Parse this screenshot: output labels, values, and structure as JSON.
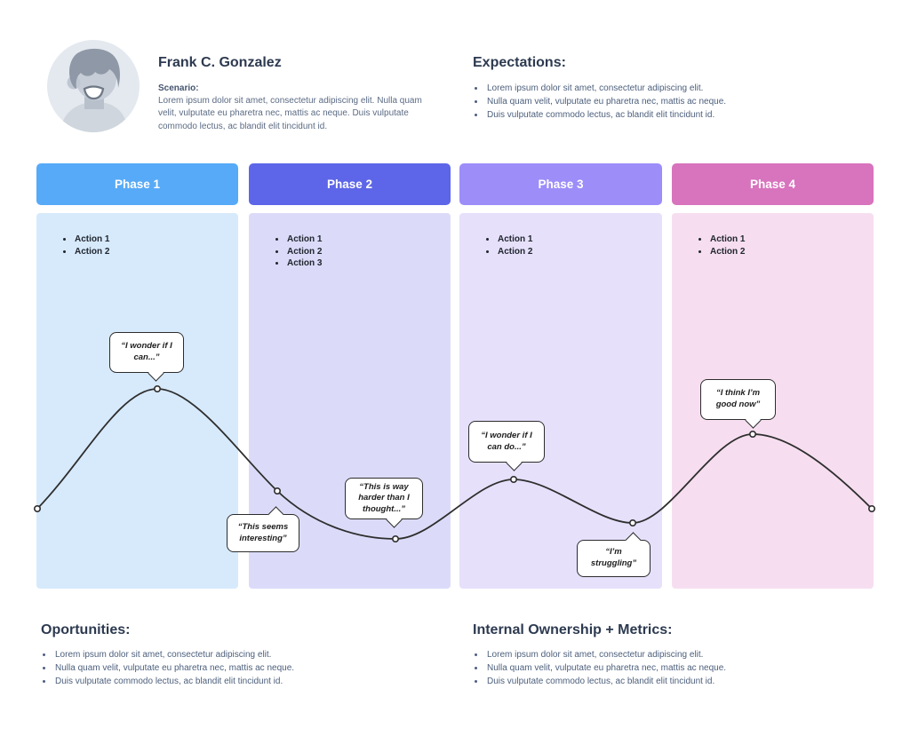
{
  "persona": {
    "name": "Frank C. Gonzalez",
    "avatar_icon": "person-avatar",
    "scenario_label": "Scenario:",
    "scenario_text": "Lorem ipsum dolor sit amet, consectetur adipiscing elit. Nulla quam velit, vulputate eu pharetra nec, mattis ac neque. Duis vulputate commodo lectus, ac blandit elit tincidunt id."
  },
  "expectations": {
    "heading": "Expectations:",
    "items": [
      "Lorem ipsum dolor sit amet, consectetur adipiscing elit.",
      "Nulla quam velit, vulputate eu pharetra nec, mattis ac neque.",
      "Duis vulputate commodo lectus, ac blandit elit tincidunt id."
    ]
  },
  "phases": [
    {
      "label": "Phase 1",
      "header_color": "#57aaf7",
      "body_color": "#d7eafc",
      "actions": [
        "Action 1",
        "Action 2"
      ]
    },
    {
      "label": "Phase 2",
      "header_color": "#5d66e8",
      "body_color": "#dbdbf9",
      "actions": [
        "Action 1",
        "Action 2",
        "Action 3"
      ]
    },
    {
      "label": "Phase 3",
      "header_color": "#9c8df9",
      "body_color": "#e6e0fb",
      "actions": [
        "Action 1",
        "Action 2"
      ]
    },
    {
      "label": "Phase 4",
      "header_color": "#d873bd",
      "body_color": "#f6def0",
      "actions": [
        "Action 1",
        "Action 2"
      ]
    }
  ],
  "journey": {
    "line_color": "#2e2e2e",
    "quotes": [
      {
        "text": "“I wonder if I can...”"
      },
      {
        "text": "“This seems interesting”"
      },
      {
        "text": "“This is way harder than I thought...”"
      },
      {
        "text": "“I wonder if I can do...”"
      },
      {
        "text": "“I’m struggling”"
      },
      {
        "text": "“I think I’m good now”"
      }
    ]
  },
  "opportunities": {
    "heading": "Oportunities:",
    "items": [
      "Lorem ipsum dolor sit amet, consectetur adipiscing elit.",
      "Nulla quam velit, vulputate eu pharetra nec, mattis ac neque.",
      "Duis vulputate commodo lectus, ac blandit elit tincidunt id."
    ]
  },
  "ownership": {
    "heading": "Internal Ownership + Metrics:",
    "items": [
      "Lorem ipsum dolor sit amet, consectetur adipiscing elit.",
      "Nulla quam velit, vulputate eu pharetra nec, mattis ac neque.",
      "Duis vulputate commodo lectus, ac blandit elit tincidunt id."
    ]
  }
}
